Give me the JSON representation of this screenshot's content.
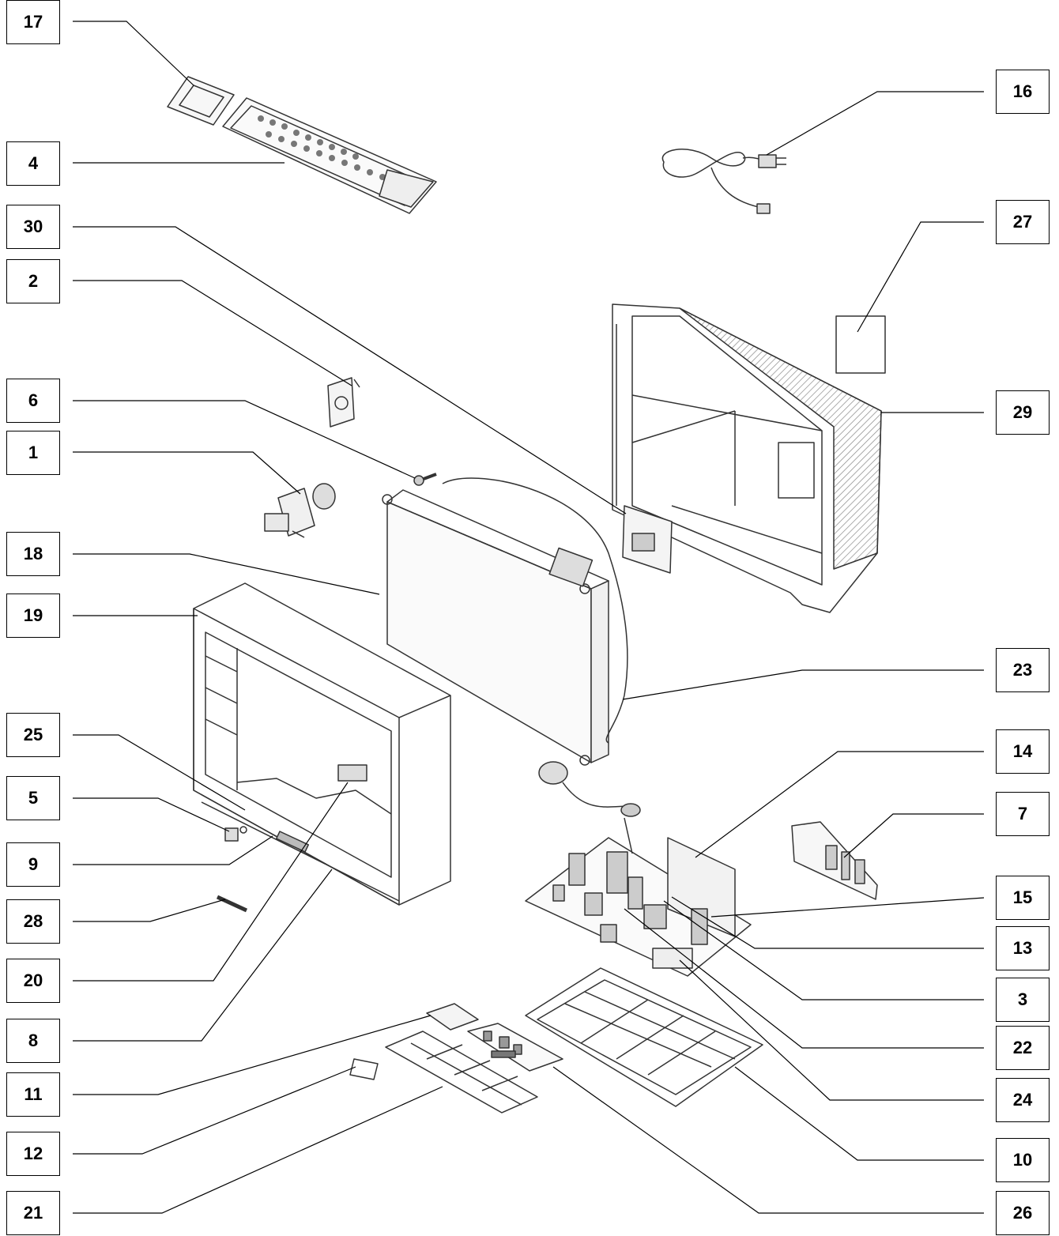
{
  "diagram": {
    "callouts": [
      {
        "id": "17",
        "label": "17"
      },
      {
        "id": "4",
        "label": "4"
      },
      {
        "id": "30",
        "label": "30"
      },
      {
        "id": "2",
        "label": "2"
      },
      {
        "id": "6",
        "label": "6"
      },
      {
        "id": "1",
        "label": "1"
      },
      {
        "id": "18",
        "label": "18"
      },
      {
        "id": "19",
        "label": "19"
      },
      {
        "id": "25",
        "label": "25"
      },
      {
        "id": "5",
        "label": "5"
      },
      {
        "id": "9",
        "label": "9"
      },
      {
        "id": "28",
        "label": "28"
      },
      {
        "id": "20",
        "label": "20"
      },
      {
        "id": "8",
        "label": "8"
      },
      {
        "id": "11",
        "label": "11"
      },
      {
        "id": "12",
        "label": "12"
      },
      {
        "id": "21",
        "label": "21"
      },
      {
        "id": "16",
        "label": "16"
      },
      {
        "id": "27",
        "label": "27"
      },
      {
        "id": "29",
        "label": "29"
      },
      {
        "id": "23",
        "label": "23"
      },
      {
        "id": "14",
        "label": "14"
      },
      {
        "id": "7",
        "label": "7"
      },
      {
        "id": "15",
        "label": "15"
      },
      {
        "id": "13",
        "label": "13"
      },
      {
        "id": "3",
        "label": "3"
      },
      {
        "id": "22",
        "label": "22"
      },
      {
        "id": "24",
        "label": "24"
      },
      {
        "id": "10",
        "label": "10"
      },
      {
        "id": "26",
        "label": "26"
      }
    ],
    "colors": {
      "line": "#000000",
      "part": "#333333",
      "hatch": "#999999",
      "fill": "#f4f4f4"
    }
  }
}
